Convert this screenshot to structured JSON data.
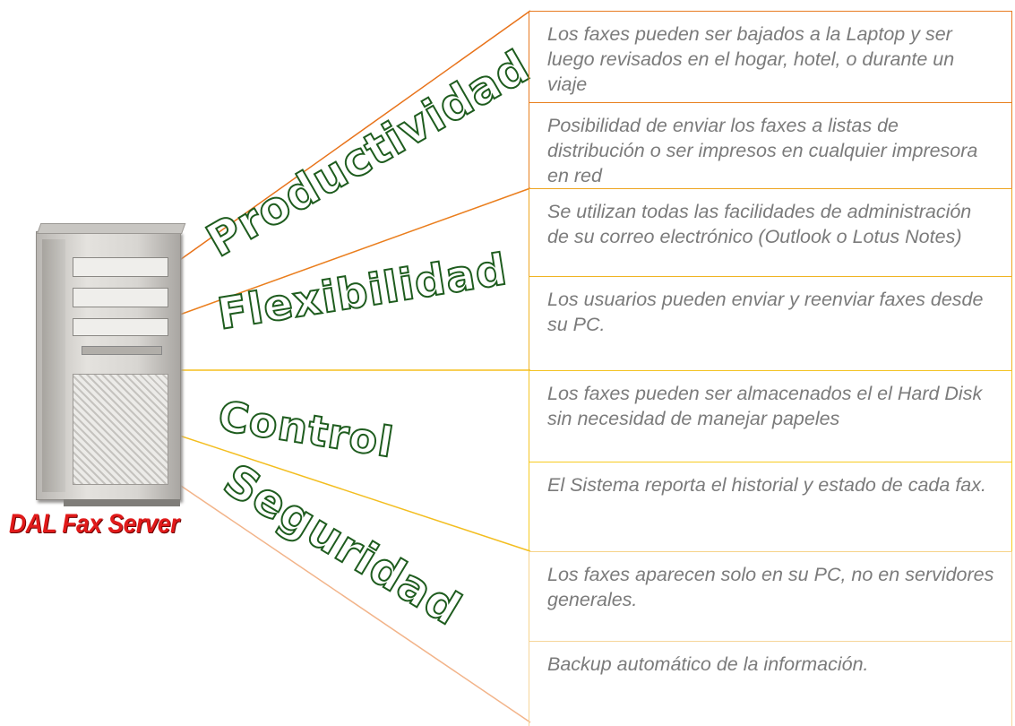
{
  "server": {
    "label": "DAL Fax Server"
  },
  "categories": [
    {
      "name": "Productividad"
    },
    {
      "name": "Flexibilidad"
    },
    {
      "name": "Control"
    },
    {
      "name": "Seguridad"
    }
  ],
  "boxes": [
    {
      "text": "Los faxes pueden ser bajados a la Laptop y ser luego revisados en el hogar, hotel, o durante un viaje"
    },
    {
      "text": "Posibilidad de enviar los faxes a listas de distribución o ser impresos en cualquier impresora en red"
    },
    {
      "text": "Se utilizan todas las facilidades de administración de su correo electrónico (Outlook o Lotus Notes)"
    },
    {
      "text": "Los usuarios pueden enviar y reenviar faxes desde su PC."
    },
    {
      "text": "Los faxes pueden ser almacenados el el Hard Disk sin necesidad de manejar papeles"
    },
    {
      "text": "El Sistema reporta el historial y estado de cada fax."
    },
    {
      "text": "Los faxes aparecen solo en su PC, no en servidores generales."
    },
    {
      "text": "Backup automático de la información."
    }
  ],
  "colors": {
    "productividad_line": "#e8731a",
    "flexibilidad_line": "#ea7e1d",
    "control_line": "#f5bf1f",
    "seguridad_line": "#f2b48a",
    "category_outline": "#1e5c1e",
    "server_label": "#e11a1a",
    "box_text": "#7b7b7b"
  }
}
